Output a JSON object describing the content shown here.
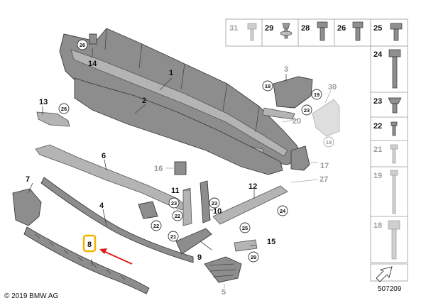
{
  "copyright": "© 2019 BMW AG",
  "diagram_number": "507209",
  "callouts": {
    "c1": "1",
    "c2": "2",
    "c3": "3",
    "c4": "4",
    "c5": "5",
    "c6": "6",
    "c7": "7",
    "c8": "8",
    "c9": "9",
    "c10": "10",
    "c11": "11",
    "c12": "12",
    "c13": "13",
    "c14": "14",
    "c15": "15",
    "c16": "16",
    "c17": "17",
    "c20": "20",
    "c27": "27",
    "c30": "30"
  },
  "circles": {
    "k26a": "26",
    "k26b": "26",
    "k19a": "19",
    "k19b": "19",
    "k23a": "23",
    "k23b": "23",
    "k23c": "23",
    "k19c": "19",
    "k22a": "22",
    "k22b": "22",
    "k21": "21",
    "k24": "24",
    "k25": "25",
    "k29": "29"
  },
  "fastener_table": {
    "top_row": [
      "31",
      "29",
      "28",
      "26",
      "25"
    ],
    "side_column": [
      "24",
      "23",
      "22",
      "21",
      "19",
      "18"
    ]
  },
  "highlight": {
    "label": "8",
    "color": "#f0b400",
    "arrow_color": "#e11b1b"
  }
}
